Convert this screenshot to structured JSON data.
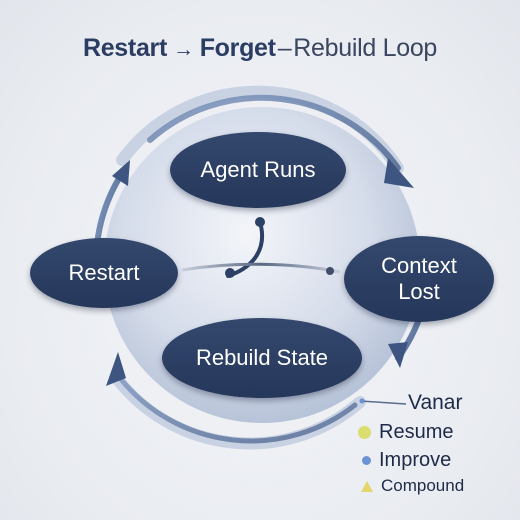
{
  "title": {
    "part1": "Restart",
    "arrow": "→",
    "part2": "Forget",
    "dash": "–",
    "part3": "Rebuild Loop"
  },
  "nodes": {
    "agent_runs": "Agent Runs",
    "context_lost": "Context\nLost",
    "rebuild_state": "Rebuild State",
    "restart": "Restart"
  },
  "legend": {
    "vanar": "Vanar",
    "resume": "Resume",
    "improve": "Improve",
    "compound": "Compound"
  },
  "colors": {
    "node_fill": "#2c3f64",
    "ring": "#9fb3d0",
    "arrow": "#3d5580",
    "resume_dot": "#d9de6e",
    "improve_dot": "#6a93d6",
    "compound_triangle": "#e4d66a"
  }
}
